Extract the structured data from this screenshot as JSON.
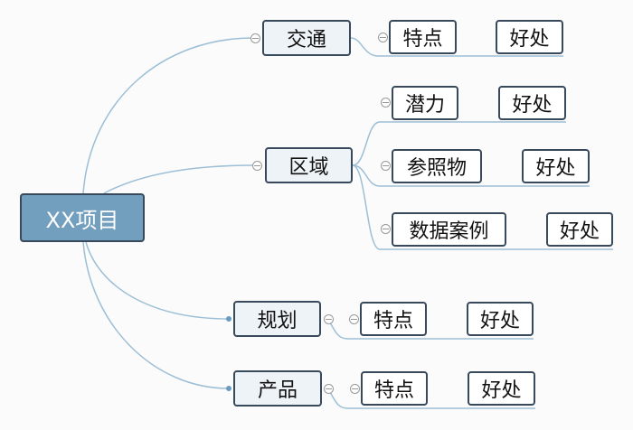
{
  "root": {
    "label": "XX项目"
  },
  "branches": [
    {
      "label": "交通",
      "children": [
        {
          "label": "特点",
          "benefit": "好处"
        }
      ]
    },
    {
      "label": "区域",
      "children": [
        {
          "label": "潜力",
          "benefit": "好处"
        },
        {
          "label": "参照物",
          "benefit": "好处"
        },
        {
          "label": "数据案例",
          "benefit": "好处"
        }
      ]
    },
    {
      "label": "规划",
      "children": [
        {
          "label": "特点",
          "benefit": "好处"
        }
      ]
    },
    {
      "label": "产品",
      "children": [
        {
          "label": "特点",
          "benefit": "好处"
        }
      ]
    }
  ],
  "colors": {
    "line": "#9dbfd6",
    "root_fill": "#739fbf",
    "border": "#37495a"
  }
}
